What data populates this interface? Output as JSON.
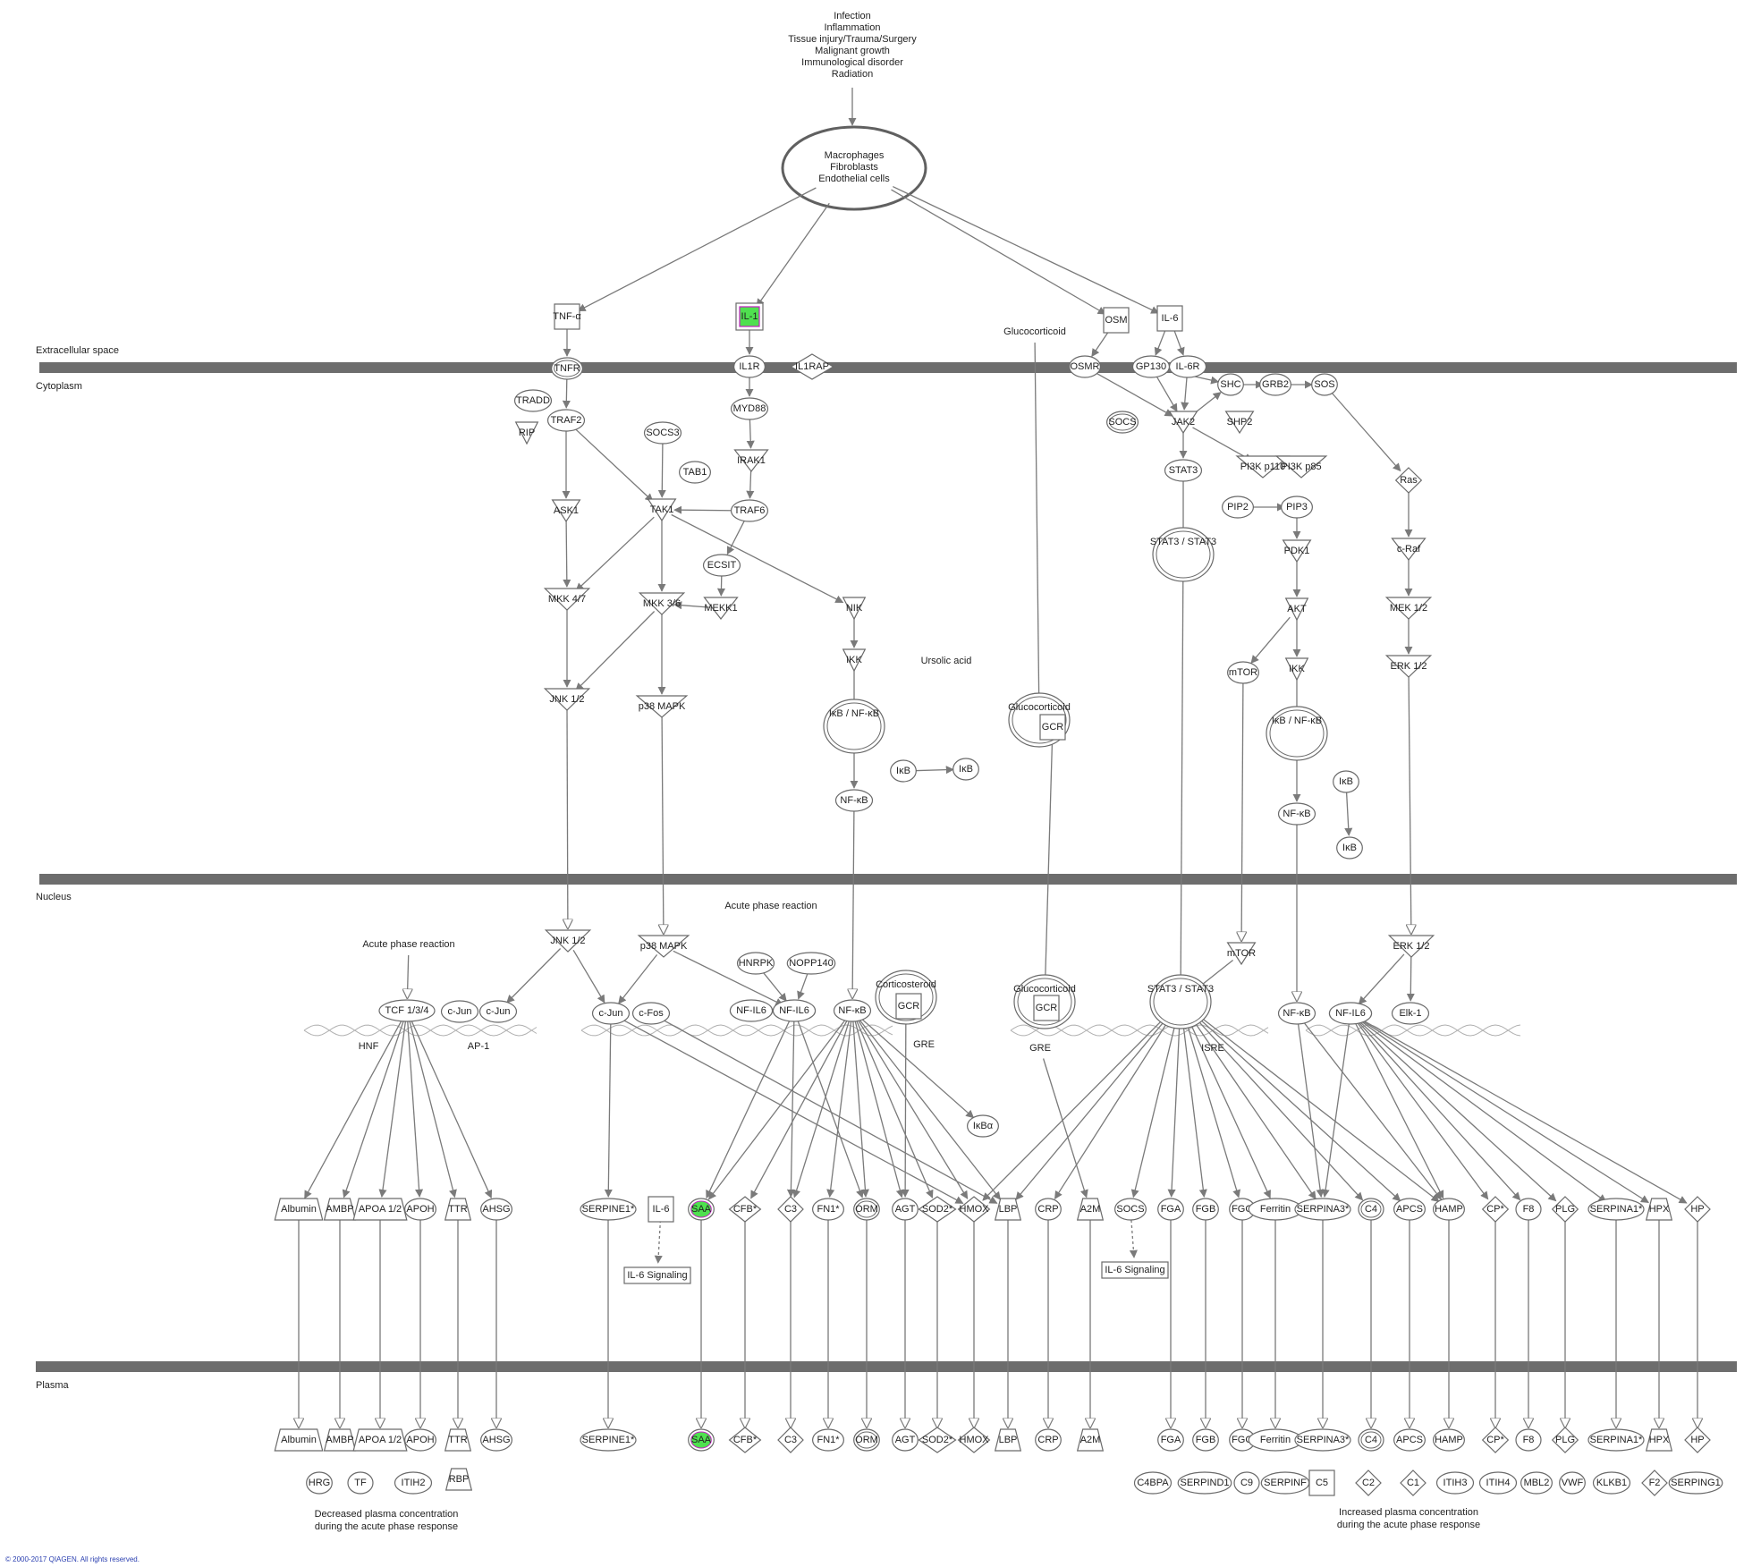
{
  "colors": {
    "green": "#4fe04f",
    "red": "#ef4040",
    "magenta": "#c21ec2",
    "membrane": "#6d6d6d",
    "edge": "#7a7a7a",
    "copyright": "#2a3fb0"
  },
  "triggers": [
    "Infection",
    "Inflammation",
    "Tissue injury/Trauma/Surgery",
    "Malignant growth",
    "Immunological disorder",
    "Radiation"
  ],
  "source_cells": [
    "Macrophages",
    "Fibroblasts",
    "Endothelial cells"
  ],
  "regions": {
    "extracellular": "Extracellular space",
    "cytoplasm": "Cytoplasm",
    "nucleus": "Nucleus",
    "plasma": "Plasma"
  },
  "captions": {
    "decreased_1": "Decreased plasma concentration",
    "decreased_2": "during the acute phase response",
    "increased_1": "Increased plasma concentration",
    "increased_2": "during the acute phase response"
  },
  "copyright": "© 2000-2017 QIAGEN. All rights reserved.",
  "nodes": [
    {
      "id": "tnfa",
      "label": "TNF-α",
      "shape": "square"
    },
    {
      "id": "il1",
      "label": "IL-1",
      "shape": "dsquare",
      "fill": "green",
      "border": "magenta"
    },
    {
      "id": "glucocorticoid_top",
      "label": "Glucocorticoid",
      "shape": "text"
    },
    {
      "id": "osm",
      "label": "OSM",
      "shape": "square"
    },
    {
      "id": "il6",
      "label": "IL-6",
      "shape": "square"
    },
    {
      "id": "tnfr",
      "label": "TNFR",
      "shape": "dellipse"
    },
    {
      "id": "il1r",
      "label": "IL1R",
      "shape": "ellipse",
      "fill": "green",
      "border": "magenta"
    },
    {
      "id": "il1rap",
      "label": "IL1RAP",
      "shape": "diamond"
    },
    {
      "id": "osmr",
      "label": "OSMR",
      "shape": "ellipse",
      "fill": "green",
      "border": "magenta"
    },
    {
      "id": "gp130",
      "label": "GP130",
      "shape": "ellipse",
      "fill": "green",
      "border": "magenta"
    },
    {
      "id": "il6r",
      "label": "IL-6R",
      "shape": "ellipse"
    },
    {
      "id": "tradd",
      "label": "TRADD",
      "shape": "ellipse"
    },
    {
      "id": "traf2",
      "label": "TRAF2",
      "shape": "ellipse"
    },
    {
      "id": "rip",
      "label": "RIP",
      "shape": "triangle"
    },
    {
      "id": "myd88",
      "label": "MYD88",
      "shape": "ellipse",
      "fill": "green",
      "border": "magenta"
    },
    {
      "id": "irak1",
      "label": "IRAK1",
      "shape": "triangle"
    },
    {
      "id": "socs3",
      "label": "SOCS3",
      "shape": "ellipse"
    },
    {
      "id": "tab1",
      "label": "TAB1",
      "shape": "ellipse"
    },
    {
      "id": "tak1",
      "label": "TAK1",
      "shape": "triangle",
      "fill": "green",
      "border": "magenta"
    },
    {
      "id": "traf6",
      "label": "TRAF6",
      "shape": "ellipse"
    },
    {
      "id": "ask1",
      "label": "ASK1",
      "shape": "triangle"
    },
    {
      "id": "ecsit",
      "label": "ECSIT",
      "shape": "ellipse"
    },
    {
      "id": "mkk47",
      "label": "MKK 4/7",
      "shape": "triangle"
    },
    {
      "id": "mkk36",
      "label": "MKK 3/6",
      "shape": "triangle"
    },
    {
      "id": "mekk1",
      "label": "MEKK1",
      "shape": "triangle"
    },
    {
      "id": "nik",
      "label": "NIK",
      "shape": "triangle"
    },
    {
      "id": "ikk_left",
      "label": "IKK",
      "shape": "triangle",
      "fill": "green",
      "border": "magenta"
    },
    {
      "id": "ursolic",
      "label": "Ursolic acid",
      "shape": "text"
    },
    {
      "id": "jnk_cyto",
      "label": "JNK 1/2",
      "shape": "triangle"
    },
    {
      "id": "p38_cyto",
      "label": "p38 MAPK",
      "shape": "triangle"
    },
    {
      "id": "ikb_nfkb_left",
      "label": "IκB / NF-κB",
      "shape": "complex"
    },
    {
      "id": "ikb_p_left",
      "label": "IκB",
      "shape": "ellipse"
    },
    {
      "id": "ikb_deg_left",
      "label": "IκB",
      "shape": "ellipse"
    },
    {
      "id": "nfkb_cyto_left",
      "label": "NF-κB",
      "shape": "ellipse"
    },
    {
      "id": "glucocorticoid_gcr_cyto",
      "label": "Glucocorticoid",
      "shape": "complex"
    },
    {
      "id": "gcr_cyto",
      "label": "GCR",
      "shape": "square"
    },
    {
      "id": "shc",
      "label": "SHC",
      "shape": "ellipse"
    },
    {
      "id": "grb2",
      "label": "GRB2",
      "shape": "ellipse"
    },
    {
      "id": "sos",
      "label": "SOS",
      "shape": "ellipse"
    },
    {
      "id": "socs_cyto",
      "label": "SOCS",
      "shape": "dellipse"
    },
    {
      "id": "jak2",
      "label": "JAK2",
      "shape": "triangle"
    },
    {
      "id": "shp2",
      "label": "SHP2",
      "shape": "triangle"
    },
    {
      "id": "pi3k_p110",
      "label": "PI3K p110",
      "shape": "triangle"
    },
    {
      "id": "pi3k_p85",
      "label": "PI3K p85",
      "shape": "triangle"
    },
    {
      "id": "stat3_cyto",
      "label": "STAT3",
      "shape": "ellipse"
    },
    {
      "id": "pip2",
      "label": "PIP2",
      "shape": "ellipse"
    },
    {
      "id": "pip3",
      "label": "PIP3",
      "shape": "ellipse"
    },
    {
      "id": "ras",
      "label": "Ras",
      "shape": "diamond"
    },
    {
      "id": "stat3_dimer_cyto",
      "label": "STAT3 / STAT3",
      "shape": "complex"
    },
    {
      "id": "pdk1",
      "label": "PDK1",
      "shape": "triangle"
    },
    {
      "id": "craf",
      "label": "c-Raf",
      "shape": "triangle"
    },
    {
      "id": "akt",
      "label": "AKT",
      "shape": "triangle"
    },
    {
      "id": "mek12",
      "label": "MEK 1/2",
      "shape": "triangle"
    },
    {
      "id": "mtor_cyto",
      "label": "mTOR",
      "shape": "ellipse"
    },
    {
      "id": "ikk_right",
      "label": "IKK",
      "shape": "triangle",
      "fill": "green",
      "border": "magenta"
    },
    {
      "id": "erk_cyto",
      "label": "ERK 1/2",
      "shape": "triangle"
    },
    {
      "id": "ikb_nfkb_right",
      "label": "IκB / NF-κB",
      "shape": "complex"
    },
    {
      "id": "ikb_p_right",
      "label": "IκB",
      "shape": "ellipse"
    },
    {
      "id": "nfkb_cyto_right",
      "label": "NF-κB",
      "shape": "ellipse"
    },
    {
      "id": "ikb_deg_right",
      "label": "IκB",
      "shape": "ellipse"
    },
    {
      "id": "acute_left",
      "label": "Acute phase reaction",
      "shape": "text"
    },
    {
      "id": "acute_mid",
      "label": "Acute phase reaction",
      "shape": "text"
    },
    {
      "id": "jnk_nuc",
      "label": "JNK 1/2",
      "shape": "triangle"
    },
    {
      "id": "p38_nuc",
      "label": "p38 MAPK",
      "shape": "triangle"
    },
    {
      "id": "hnrpk",
      "label": "HNRPK",
      "shape": "ellipse"
    },
    {
      "id": "nopp140",
      "label": "NOPP140",
      "shape": "ellipse"
    },
    {
      "id": "corticosteroid",
      "label": "Corticosteroid",
      "shape": "complex"
    },
    {
      "id": "gcr_nuc_mid",
      "label": "GCR",
      "shape": "square"
    },
    {
      "id": "glucocorticoid_nuc",
      "label": "Glucocorticoid",
      "shape": "complex"
    },
    {
      "id": "gcr_nuc_right",
      "label": "GCR",
      "shape": "square"
    },
    {
      "id": "mtor_nuc",
      "label": "mTOR",
      "shape": "triangle"
    },
    {
      "id": "erk_nuc",
      "label": "ERK 1/2",
      "shape": "triangle"
    },
    {
      "id": "tcf",
      "label": "TCF 1/3/4",
      "shape": "ellipse"
    },
    {
      "id": "cjun_1",
      "label": "c-Jun",
      "shape": "ellipse"
    },
    {
      "id": "cjun_2",
      "label": "c-Jun",
      "shape": "ellipse"
    },
    {
      "id": "cjun_3",
      "label": "c-Jun",
      "shape": "ellipse"
    },
    {
      "id": "cfos",
      "label": "c-Fos",
      "shape": "ellipse"
    },
    {
      "id": "nfil6_a",
      "label": "NF-IL6",
      "shape": "ellipse"
    },
    {
      "id": "nfil6_b",
      "label": "NF-IL6",
      "shape": "ellipse"
    },
    {
      "id": "nfkb_nuc_left",
      "label": "NF-κB",
      "shape": "ellipse"
    },
    {
      "id": "stat3_dimer_nuc",
      "label": "STAT3 / STAT3",
      "shape": "complex"
    },
    {
      "id": "nfkb_nuc_right",
      "label": "NF-κB",
      "shape": "ellipse"
    },
    {
      "id": "nfil6_right",
      "label": "NF-IL6",
      "shape": "ellipse"
    },
    {
      "id": "elk1",
      "label": "Elk-1",
      "shape": "ellipse"
    },
    {
      "id": "ikba",
      "label": "IκBα",
      "shape": "ellipse"
    },
    {
      "id": "hnf",
      "label": "HNF",
      "shape": "text"
    },
    {
      "id": "ap1",
      "label": "AP-1",
      "shape": "text"
    },
    {
      "id": "gre_mid",
      "label": "GRE",
      "shape": "text"
    },
    {
      "id": "gre_right",
      "label": "GRE",
      "shape": "text"
    },
    {
      "id": "isre",
      "label": "ISRE",
      "shape": "text"
    },
    {
      "id": "g_albumin",
      "label": "Albumin",
      "shape": "trapezoid"
    },
    {
      "id": "g_ambp",
      "label": "AMBP",
      "shape": "trapezoid"
    },
    {
      "id": "g_apoa",
      "label": "APOA 1/2",
      "shape": "trapezoid"
    },
    {
      "id": "g_apoh",
      "label": "APOH",
      "shape": "ellipse"
    },
    {
      "id": "g_ttr",
      "label": "TTR",
      "shape": "trapezoid"
    },
    {
      "id": "g_ahsg",
      "label": "AHSG",
      "shape": "ellipse"
    },
    {
      "id": "g_serpine1",
      "label": "SERPINE1*",
      "shape": "ellipse",
      "border": "magenta"
    },
    {
      "id": "g_il6",
      "label": "IL-6",
      "shape": "square"
    },
    {
      "id": "g_saa",
      "label": "SAA",
      "shape": "dellipse",
      "fill": "green",
      "border": "magenta"
    },
    {
      "id": "g_cfb",
      "label": "CFB*",
      "shape": "diamond",
      "fill": "green",
      "border": "magenta"
    },
    {
      "id": "g_c3",
      "label": "C3",
      "shape": "diamond",
      "fill": "green",
      "border": "magenta"
    },
    {
      "id": "g_fn1",
      "label": "FN1*",
      "shape": "ellipse",
      "fill": "green"
    },
    {
      "id": "g_orm",
      "label": "ORM",
      "shape": "dellipse"
    },
    {
      "id": "g_agt",
      "label": "AGT",
      "shape": "ellipse"
    },
    {
      "id": "g_sod2",
      "label": "SOD2*",
      "shape": "diamond",
      "border": "magenta"
    },
    {
      "id": "g_hmox",
      "label": "HMOX",
      "shape": "diamond"
    },
    {
      "id": "g_lbp",
      "label": "LBP",
      "shape": "trapezoid"
    },
    {
      "id": "g_crp",
      "label": "CRP",
      "shape": "ellipse"
    },
    {
      "id": "g_a2m",
      "label": "A2M",
      "shape": "trapezoid"
    },
    {
      "id": "g_socs",
      "label": "SOCS",
      "shape": "ellipse"
    },
    {
      "id": "g_fga",
      "label": "FGA",
      "shape": "ellipse",
      "fill": "red",
      "border": "magenta"
    },
    {
      "id": "g_fgb",
      "label": "FGB",
      "shape": "ellipse",
      "fill": "red",
      "border": "magenta"
    },
    {
      "id": "g_fgg",
      "label": "FGG",
      "shape": "ellipse",
      "fill": "red",
      "border": "magenta"
    },
    {
      "id": "g_ferritin",
      "label": "Ferritin",
      "shape": "ellipse"
    },
    {
      "id": "g_serpina3",
      "label": "SERPINA3*",
      "shape": "ellipse",
      "fill": "green",
      "border": "magenta"
    },
    {
      "id": "g_c4",
      "label": "C4",
      "shape": "dellipse"
    },
    {
      "id": "g_apcs",
      "label": "APCS",
      "shape": "ellipse"
    },
    {
      "id": "g_hamp",
      "label": "HAMP",
      "shape": "ellipse"
    },
    {
      "id": "g_cp",
      "label": "CP*",
      "shape": "diamond",
      "fill": "green",
      "border": "magenta"
    },
    {
      "id": "g_f8",
      "label": "F8",
      "shape": "ellipse"
    },
    {
      "id": "g_plg",
      "label": "PLG",
      "shape": "diamond"
    },
    {
      "id": "g_serpina1",
      "label": "SERPINA1*",
      "shape": "ellipse",
      "fill": "green",
      "border": "magenta"
    },
    {
      "id": "g_hpx",
      "label": "HPX",
      "shape": "trapezoid"
    },
    {
      "id": "g_hp",
      "label": "HP",
      "shape": "diamond"
    },
    {
      "id": "il6_signal_left",
      "label": "IL-6 Signaling",
      "shape": "rect"
    },
    {
      "id": "il6_signal_right",
      "label": "IL-6 Signaling",
      "shape": "rect"
    },
    {
      "id": "p_albumin",
      "label": "Albumin",
      "shape": "trapezoid"
    },
    {
      "id": "p_ambp",
      "label": "AMBP",
      "shape": "trapezoid"
    },
    {
      "id": "p_apoa",
      "label": "APOA 1/2",
      "shape": "trapezoid"
    },
    {
      "id": "p_apoh",
      "label": "APOH",
      "shape": "ellipse"
    },
    {
      "id": "p_ttr",
      "label": "TTR",
      "shape": "trapezoid"
    },
    {
      "id": "p_ahsg",
      "label": "AHSG",
      "shape": "ellipse"
    },
    {
      "id": "p_serpine1",
      "label": "SERPINE1*",
      "shape": "ellipse",
      "border": "magenta"
    },
    {
      "id": "p_saa",
      "label": "SAA",
      "shape": "dellipse",
      "fill": "green",
      "border": "magenta"
    },
    {
      "id": "p_cfb",
      "label": "CFB*",
      "shape": "diamond",
      "fill": "green",
      "border": "magenta"
    },
    {
      "id": "p_c3",
      "label": "C3",
      "shape": "diamond",
      "fill": "green",
      "border": "magenta"
    },
    {
      "id": "p_fn1",
      "label": "FN1*",
      "shape": "ellipse",
      "fill": "green"
    },
    {
      "id": "p_orm",
      "label": "ORM",
      "shape": "dellipse"
    },
    {
      "id": "p_agt",
      "label": "AGT",
      "shape": "ellipse"
    },
    {
      "id": "p_sod2",
      "label": "SOD2*",
      "shape": "diamond",
      "border": "magenta"
    },
    {
      "id": "p_hmox",
      "label": "HMOX",
      "shape": "diamond"
    },
    {
      "id": "p_lbp",
      "label": "LBP",
      "shape": "trapezoid"
    },
    {
      "id": "p_crp",
      "label": "CRP",
      "shape": "ellipse"
    },
    {
      "id": "p_a2m",
      "label": "A2M",
      "shape": "trapezoid"
    },
    {
      "id": "p_fga",
      "label": "FGA",
      "shape": "ellipse",
      "fill": "red",
      "border": "magenta"
    },
    {
      "id": "p_fgb",
      "label": "FGB",
      "shape": "ellipse",
      "fill": "red",
      "border": "magenta"
    },
    {
      "id": "p_fgg",
      "label": "FGG",
      "shape": "ellipse",
      "fill": "red",
      "border": "magenta"
    },
    {
      "id": "p_ferritin",
      "label": "Ferritin",
      "shape": "ellipse"
    },
    {
      "id": "p_serpina3",
      "label": "SERPINA3*",
      "shape": "ellipse",
      "fill": "green",
      "border": "magenta"
    },
    {
      "id": "p_c4",
      "label": "C4",
      "shape": "dellipse"
    },
    {
      "id": "p_apcs",
      "label": "APCS",
      "shape": "ellipse"
    },
    {
      "id": "p_hamp",
      "label": "HAMP",
      "shape": "ellipse"
    },
    {
      "id": "p_cp",
      "label": "CP*",
      "shape": "diamond",
      "fill": "green",
      "border": "magenta"
    },
    {
      "id": "p_f8",
      "label": "F8",
      "shape": "ellipse"
    },
    {
      "id": "p_plg",
      "label": "PLG",
      "shape": "diamond"
    },
    {
      "id": "p_serpina1",
      "label": "SERPINA1*",
      "shape": "ellipse",
      "fill": "green",
      "border": "magenta"
    },
    {
      "id": "p_hpx",
      "label": "HPX",
      "shape": "trapezoid"
    },
    {
      "id": "p_hp",
      "label": "HP",
      "shape": "diamond"
    },
    {
      "id": "p_hrg",
      "label": "HRG",
      "shape": "ellipse"
    },
    {
      "id": "p_tf",
      "label": "TF",
      "shape": "ellipse"
    },
    {
      "id": "p_itih2",
      "label": "ITIH2",
      "shape": "ellipse"
    },
    {
      "id": "p_rbp",
      "label": "RBP",
      "shape": "trapezoid"
    },
    {
      "id": "p_c4bpa",
      "label": "C4BPA",
      "shape": "ellipse",
      "fill": "red",
      "border": "magenta"
    },
    {
      "id": "p_serpind1",
      "label": "SERPIND1",
      "shape": "ellipse"
    },
    {
      "id": "p_c9",
      "label": "C9",
      "shape": "ellipse"
    },
    {
      "id": "p_serpinf",
      "label": "SERPINF",
      "shape": "ellipse"
    },
    {
      "id": "p_c5",
      "label": "C5",
      "shape": "square"
    },
    {
      "id": "p_c2",
      "label": "C2",
      "shape": "diamond"
    },
    {
      "id": "p_c1",
      "label": "C1",
      "shape": "diamond",
      "fill": "green",
      "border": "magenta"
    },
    {
      "id": "p_itih3",
      "label": "ITIH3",
      "shape": "ellipse"
    },
    {
      "id": "p_itih4",
      "label": "ITIH4",
      "shape": "ellipse"
    },
    {
      "id": "p_mbl2",
      "label": "MBL2",
      "shape": "ellipse"
    },
    {
      "id": "p_vwf",
      "label": "VWF",
      "shape": "ellipse"
    },
    {
      "id": "p_klkb1",
      "label": "KLKB1",
      "shape": "ellipse"
    },
    {
      "id": "p_f2",
      "label": "F2",
      "shape": "diamond"
    },
    {
      "id": "p_serping1",
      "label": "SERPING1",
      "shape": "ellipse",
      "border": "magenta"
    }
  ]
}
